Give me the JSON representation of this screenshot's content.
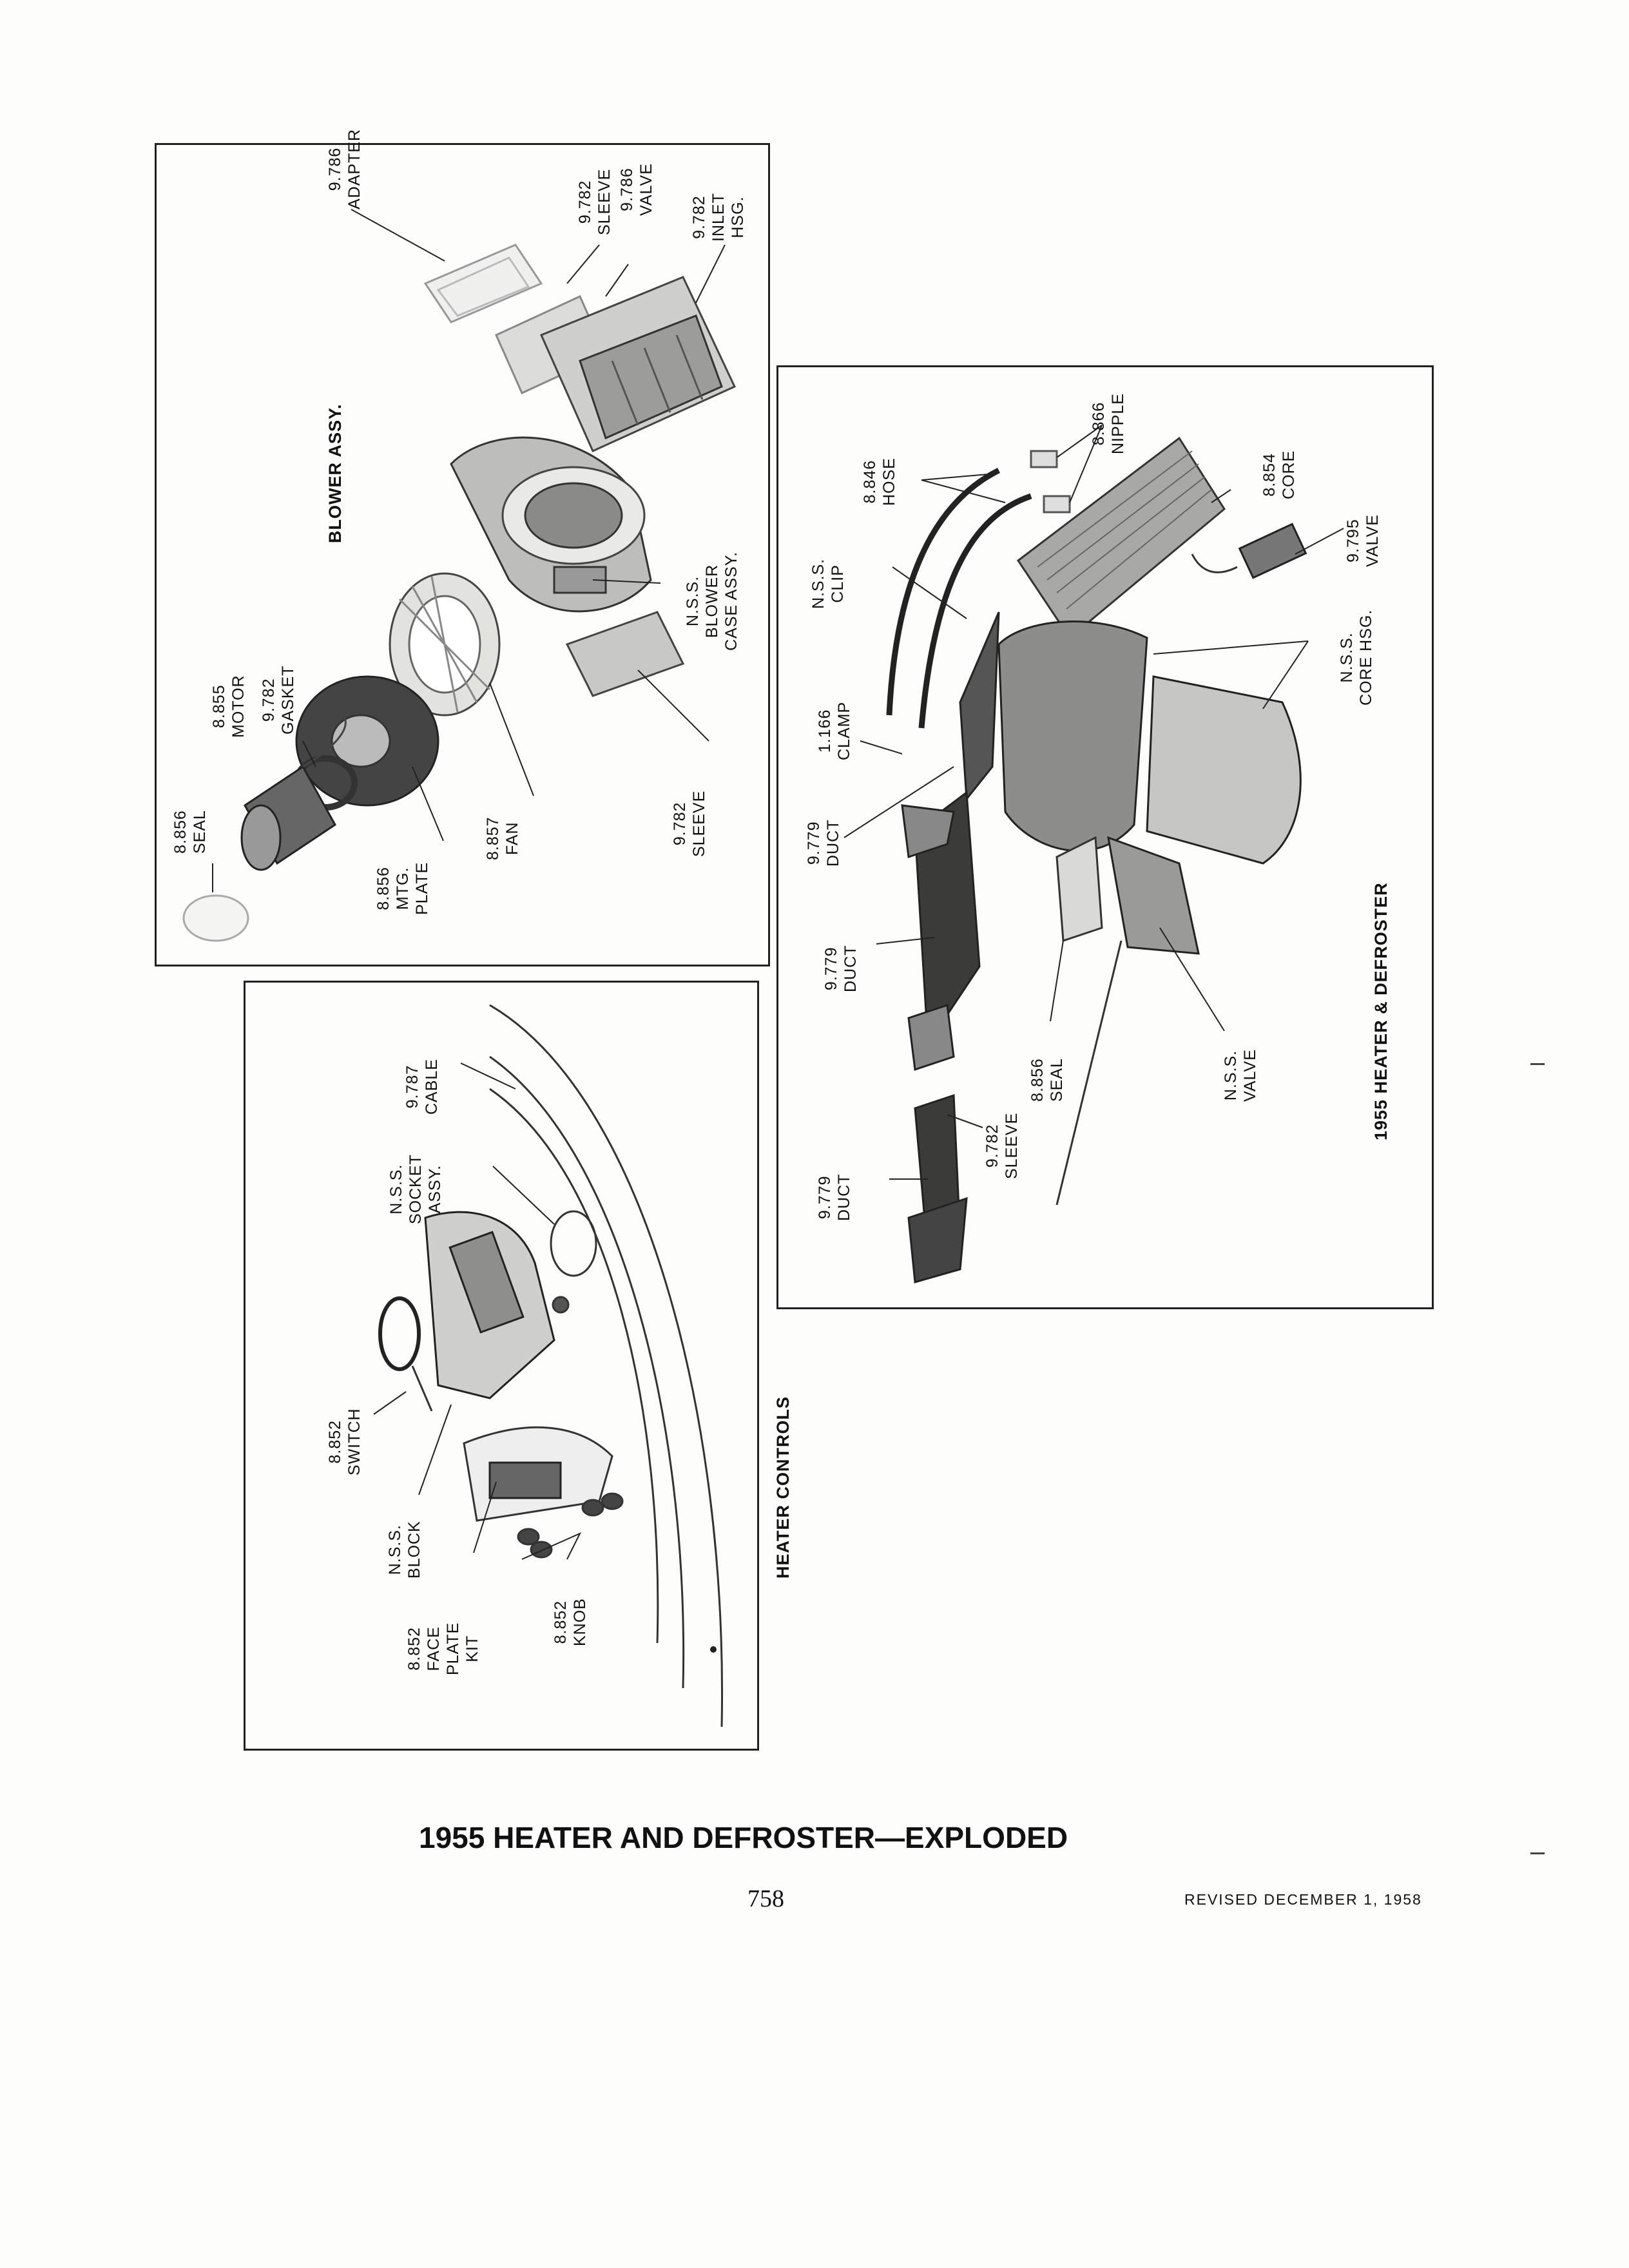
{
  "blower_panel": {
    "title": "BLOWER ASSY.",
    "labels": {
      "adapter": [
        "9.786",
        "ADAPTER"
      ],
      "sleeve_top": [
        "9.782",
        "SLEEVE"
      ],
      "valve": [
        "9.786",
        "VALVE"
      ],
      "inlet": [
        "9.782",
        "INLET",
        "HSG."
      ],
      "case": [
        "N.S.S.",
        "BLOWER",
        "CASE ASSY."
      ],
      "sleeve_low": [
        "9.782",
        "SLEEVE"
      ],
      "seal": [
        "8.856",
        "SEAL"
      ],
      "motor": [
        "8.855",
        "MOTOR"
      ],
      "gasket": [
        "9.782",
        "GASKET"
      ],
      "plate": [
        "8.856",
        "MTG.",
        "PLATE"
      ],
      "fan": [
        "8.857",
        "FAN"
      ]
    }
  },
  "heater_panel": {
    "title": "1955 HEATER & DEFROSTER",
    "labels": {
      "hose": [
        "8.846",
        "HOSE"
      ],
      "nipple": [
        "8.866",
        "NIPPLE"
      ],
      "core": [
        "8.854",
        "CORE"
      ],
      "valve_hv": [
        "9.795",
        "VALVE"
      ],
      "clip": [
        "N.S.S.",
        "CLIP"
      ],
      "core_hsg": [
        "N.S.S.",
        "CORE HSG."
      ],
      "clamp": [
        "1.166",
        "CLAMP"
      ],
      "duct1": [
        "9.779",
        "DUCT"
      ],
      "duct2": [
        "9.779",
        "DUCT"
      ],
      "duct3": [
        "9.779",
        "DUCT"
      ],
      "sleeve": [
        "9.782",
        "SLEEVE"
      ],
      "seal": [
        "8.856",
        "SEAL"
      ],
      "nss_valve": [
        "N.S.S.",
        "VALVE"
      ]
    }
  },
  "controls_panel": {
    "title": "HEATER CONTROLS",
    "labels": {
      "cable": [
        "9.787",
        "CABLE"
      ],
      "socket": [
        "N.S.S.",
        "SOCKET",
        "ASSY."
      ],
      "switch": [
        "8.852",
        "SWITCH"
      ],
      "block": [
        "N.S.S.",
        "BLOCK"
      ],
      "face_plate": [
        "8.852",
        "FACE",
        "PLATE",
        "KIT"
      ],
      "knob": [
        "8.852",
        "KNOB"
      ]
    }
  },
  "footer": {
    "title": "1955 HEATER AND DEFROSTER—EXPLODED",
    "page_number": "758",
    "revised": "REVISED DECEMBER 1, 1958"
  }
}
